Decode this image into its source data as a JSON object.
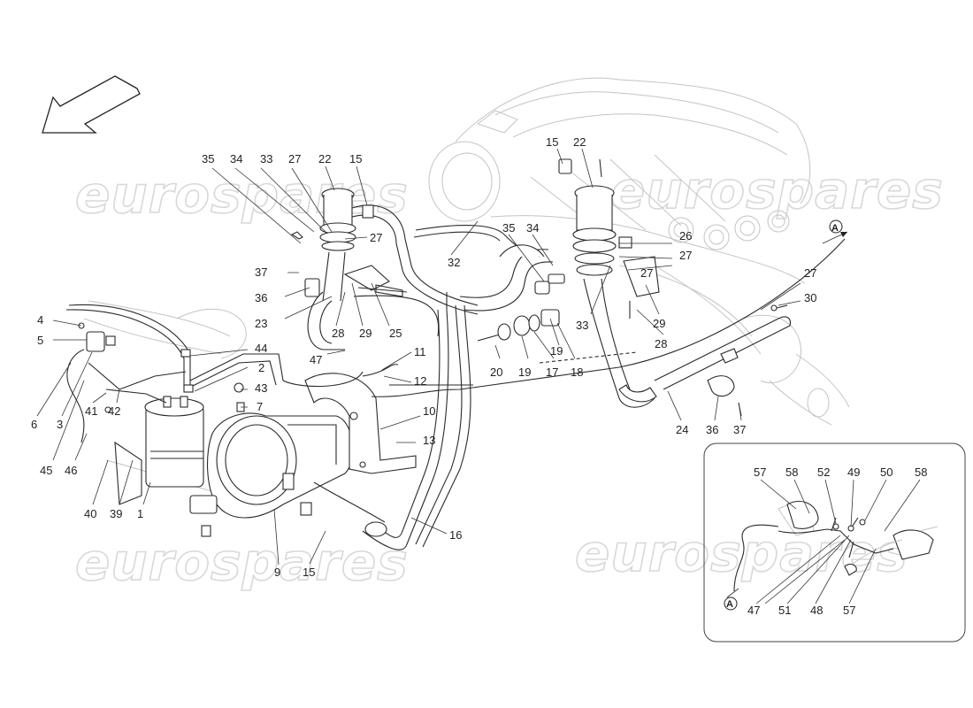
{
  "watermark": [
    "eurospares",
    "eurospares",
    "eurospares",
    "eurospares"
  ],
  "inset_marker": "A",
  "main_marker": "A",
  "callouts": [
    "35",
    "34",
    "33",
    "27",
    "22",
    "15",
    "27",
    "37",
    "36",
    "23",
    "28",
    "29",
    "25",
    "47",
    "4",
    "5",
    "44",
    "2",
    "43",
    "7",
    "6",
    "3",
    "41",
    "42",
    "45",
    "46",
    "40",
    "39",
    "1",
    "9",
    "15",
    "16",
    "10",
    "13",
    "11",
    "12",
    "32",
    "35",
    "34",
    "15",
    "22",
    "26",
    "27",
    "27",
    "33",
    "29",
    "28",
    "20",
    "19",
    "17",
    "18",
    "19",
    "27",
    "30",
    "24",
    "36",
    "37",
    "57",
    "58",
    "52",
    "49",
    "50",
    "58",
    "47",
    "51",
    "48",
    "57"
  ]
}
